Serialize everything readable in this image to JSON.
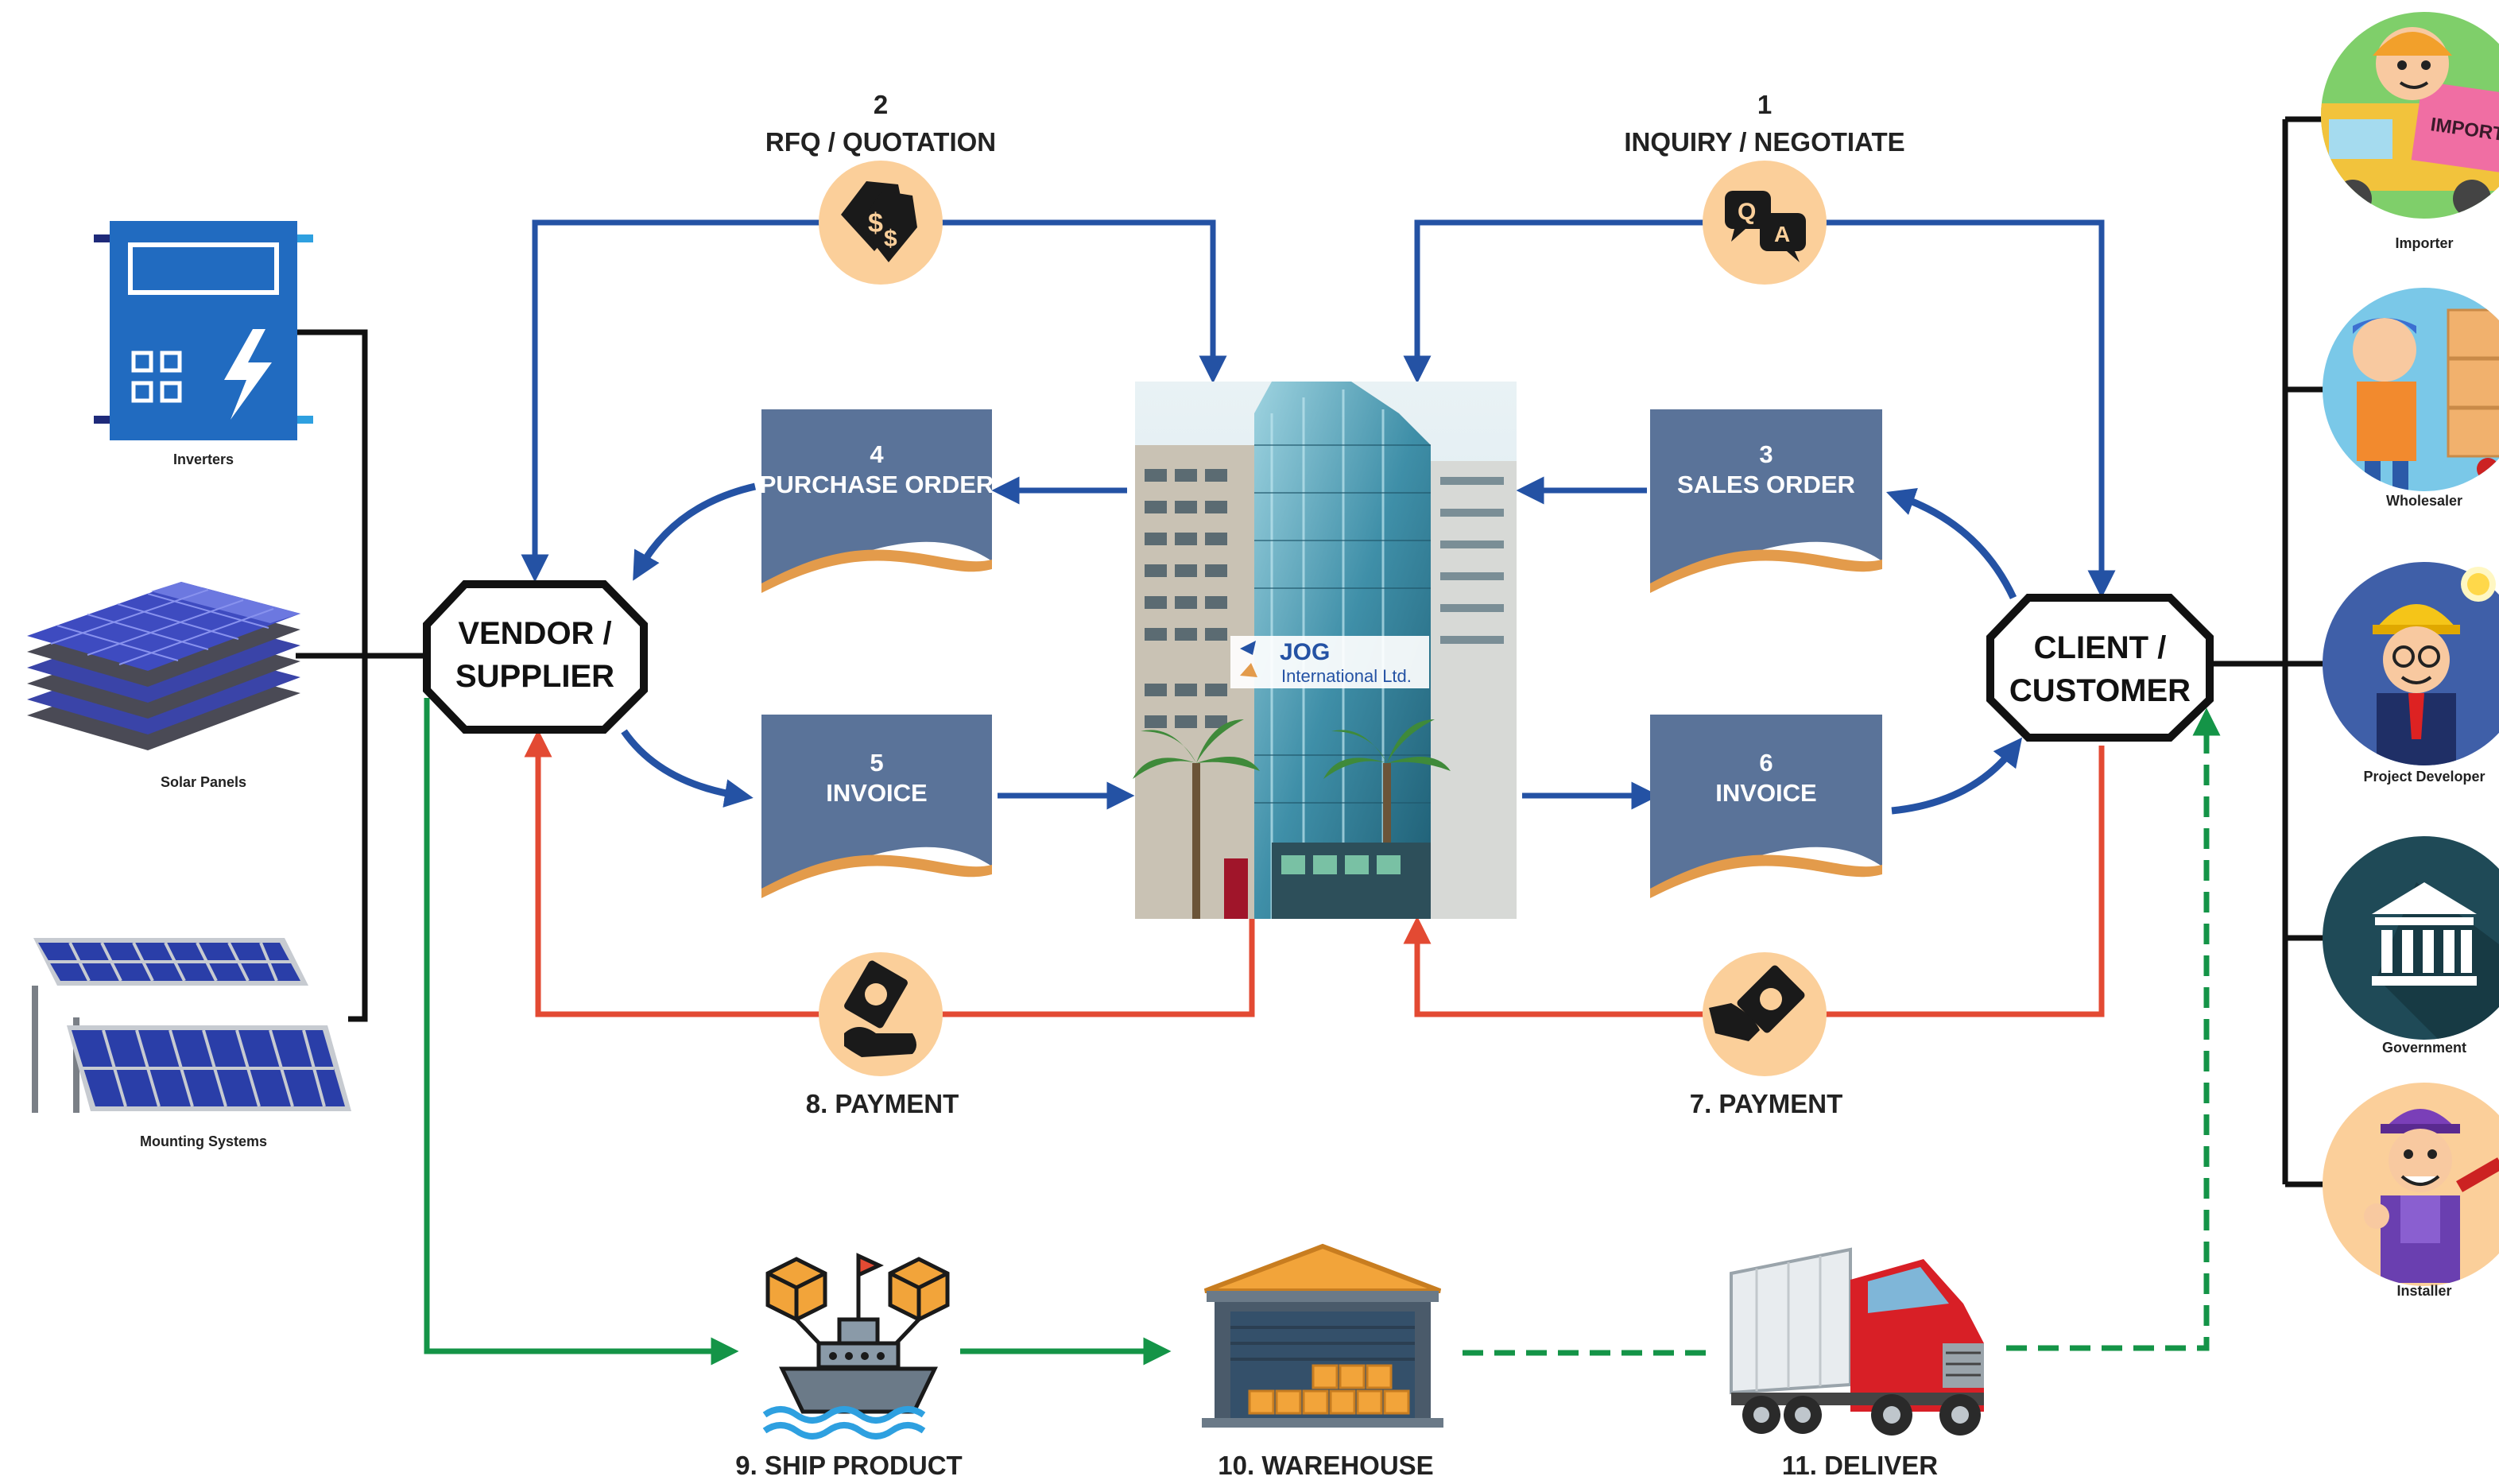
{
  "colors": {
    "blue_flow": "#2452a4",
    "red_flow": "#e34a33",
    "green_flow": "#149447",
    "doc_fill": "#5a7399",
    "doc_wave": "#e39b4b",
    "icon_circle": "#fbcf9a",
    "connector": "#111111"
  },
  "hub": {
    "vendor_line1": "VENDOR /",
    "vendor_line2": "SUPPLIER",
    "client_line1": "CLIENT /",
    "client_line2": "CUSTOMER",
    "logo_name": "JOG",
    "logo_sub": "International Ltd."
  },
  "steps": {
    "inquiry_num": "1",
    "inquiry_label": "INQUIRY / NEGOTIATE",
    "rfq_num": "2",
    "rfq_label": "RFQ / QUOTATION",
    "sales_order_num": "3",
    "sales_order_label": "SALES ORDER",
    "purchase_order_num": "4",
    "purchase_order_label": "PURCHASE ORDER",
    "invoice_vendor_num": "5",
    "invoice_vendor_label": "INVOICE",
    "invoice_client_num": "6",
    "invoice_client_label": "INVOICE",
    "payment_client": "7.   PAYMENT",
    "payment_vendor": "8.   PAYMENT",
    "ship": "9.   SHIP PRODUCT",
    "warehouse": "10.   WAREHOUSE",
    "deliver": "11.   DELIVER"
  },
  "products": {
    "inverters": "Inverters",
    "solar_panels": "Solar Panels",
    "mounting": "Mounting Systems"
  },
  "customers": {
    "importer": "Importer",
    "importer_sign": "IMPORT",
    "wholesaler": "Wholesaler",
    "project_developer": "Project Developer",
    "government": "Government",
    "installer": "Installer"
  }
}
